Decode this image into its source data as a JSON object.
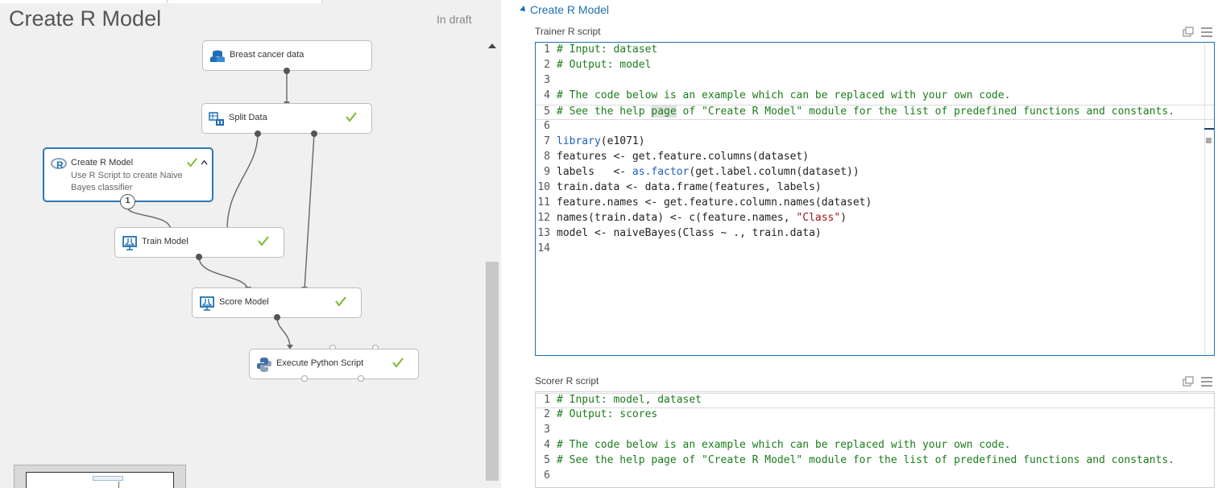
{
  "experiment": {
    "title": "Create R Model",
    "status": "In draft"
  },
  "graph": {
    "nodes": [
      {
        "id": "breast-cancer-data",
        "label": "Breast cancer data",
        "done": false
      },
      {
        "id": "split-data",
        "label": "Split Data",
        "done": true
      },
      {
        "id": "create-r-model",
        "label": "Create R Model",
        "description": "Use R Script to create Naive Bayes classifier",
        "done": true,
        "badge": "1"
      },
      {
        "id": "train-model",
        "label": "Train Model",
        "done": true
      },
      {
        "id": "score-model",
        "label": "Score Model",
        "done": true
      },
      {
        "id": "execute-python-script",
        "label": "Execute Python Script",
        "done": true
      }
    ]
  },
  "panel": {
    "title": "Create R Model",
    "trainer": {
      "label": "Trainer R script",
      "lines": [
        "# Input: dataset",
        "# Output: model",
        "",
        "# The code below is an example which can be replaced with your own code.",
        "# See the help page of \"Create R Model\" module for the list of predefined functions and constants.",
        "",
        "library(e1071)",
        "features <- get.feature.columns(dataset)",
        "labels   <- as.factor(get.label.column(dataset))",
        "train.data <- data.frame(features, labels)",
        "feature.names <- get.feature.column.names(dataset)",
        "names(train.data) <- c(feature.names, \"Class\")",
        "model <- naiveBayes(Class ~ ., train.data)",
        ""
      ]
    },
    "scorer": {
      "label": "Scorer R script",
      "lines": [
        "# Input: model, dataset",
        "# Output: scores",
        "",
        "# The code below is an example which can be replaced with your own code.",
        "# See the help page of \"Create R Model\" module for the list of predefined functions and constants.",
        ""
      ]
    }
  },
  "colors": {
    "accent": "#1f6fb4",
    "check": "#7cb82f",
    "comment": "#1b7d1b",
    "keyword": "#1e5fbf",
    "string": "#a31515"
  }
}
